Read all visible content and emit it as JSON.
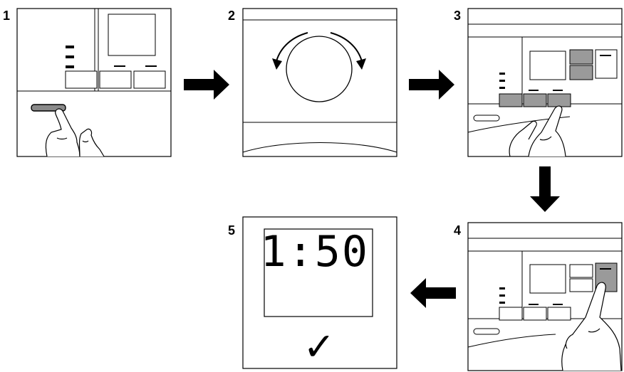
{
  "steps": [
    {
      "number": "1"
    },
    {
      "number": "2"
    },
    {
      "number": "3"
    },
    {
      "number": "4"
    },
    {
      "number": "5"
    }
  ],
  "display_time": "1:50",
  "check_mark": "✓",
  "colors": {
    "line": "#000000",
    "button_pressed": "#9a9a9a",
    "background": "#ffffff"
  }
}
